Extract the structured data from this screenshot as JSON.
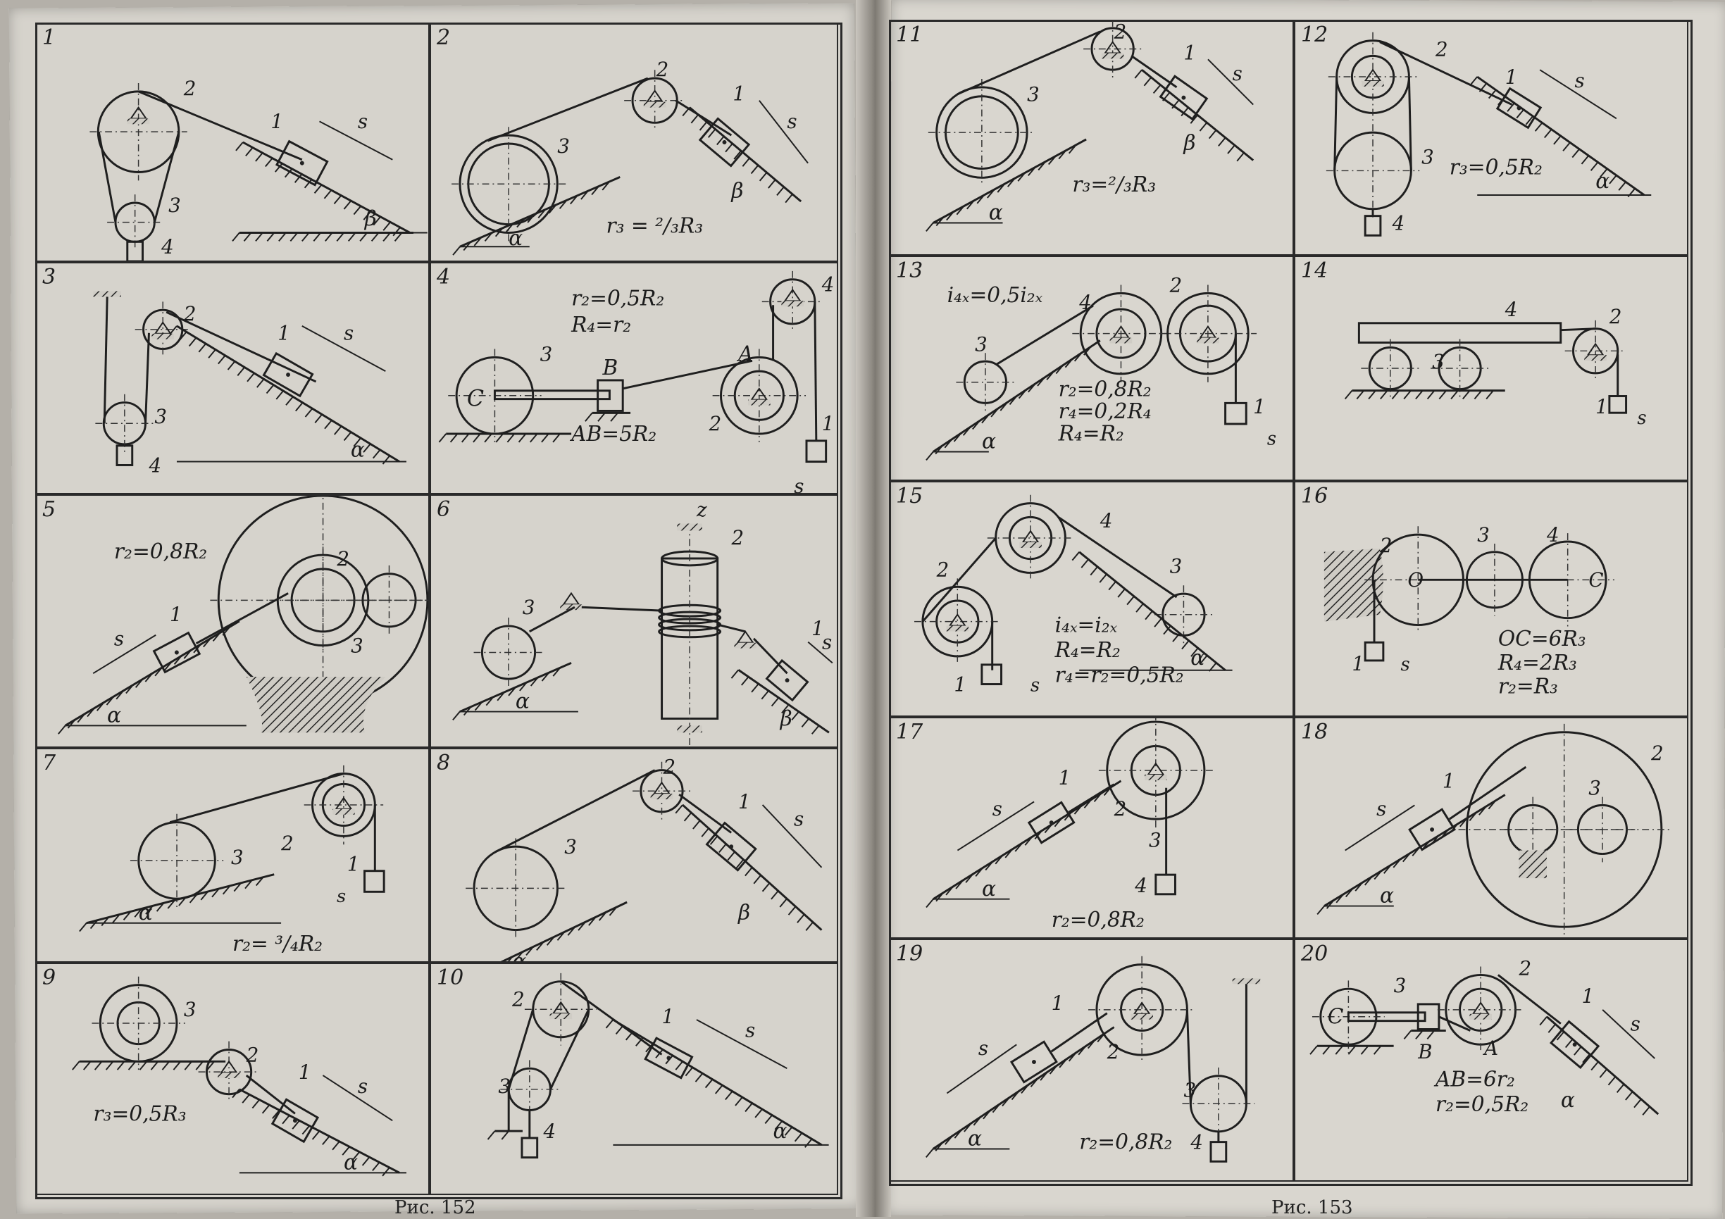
{
  "captions": {
    "left": "Рис. 152",
    "right": "Рис. 153"
  },
  "cells": [
    {
      "n": "1",
      "formulas": []
    },
    {
      "n": "2",
      "formulas": [
        "r₃ = ²/₃R₃"
      ]
    },
    {
      "n": "3",
      "formulas": []
    },
    {
      "n": "4",
      "formulas": [
        "r₂=0,5R₂",
        "R₄=r₂",
        "AB=5R₂"
      ]
    },
    {
      "n": "5",
      "formulas": [
        "r₂=0,8R₂"
      ]
    },
    {
      "n": "6",
      "formulas": []
    },
    {
      "n": "7",
      "formulas": [
        "r₂= ³/₄R₂"
      ]
    },
    {
      "n": "8",
      "formulas": []
    },
    {
      "n": "9",
      "formulas": [
        "r₃=0,5R₃"
      ]
    },
    {
      "n": "10",
      "formulas": []
    },
    {
      "n": "11",
      "formulas": [
        "r₃=²/₃R₃"
      ]
    },
    {
      "n": "12",
      "formulas": [
        "r₃=0,5R₂"
      ]
    },
    {
      "n": "13",
      "formulas": [
        "i₄ₓ=0,5i₂ₓ",
        "r₂=0,8R₂",
        "r₄=0,2R₄",
        "R₄=R₂"
      ]
    },
    {
      "n": "14",
      "formulas": []
    },
    {
      "n": "15",
      "formulas": [
        "i₄ₓ=i₂ₓ",
        "R₄=R₂",
        "r₄=r₂=0,5R₂"
      ]
    },
    {
      "n": "16",
      "formulas": [
        "OC=6R₃",
        "R₄=2R₃",
        "r₂=R₃"
      ]
    },
    {
      "n": "17",
      "formulas": [
        "r₂=0,8R₂"
      ]
    },
    {
      "n": "18",
      "formulas": []
    },
    {
      "n": "19",
      "formulas": [
        "r₂=0,8R₂"
      ]
    },
    {
      "n": "20",
      "formulas": [
        "AB=6r₂",
        "r₂=0,5R₂"
      ]
    }
  ],
  "symbols": {
    "alpha": "α",
    "beta": "β",
    "s": "s",
    "z": "z",
    "b1": "1",
    "b2": "2",
    "b3": "3",
    "b4": "4",
    "A": "A",
    "B": "B",
    "C": "C",
    "O": "O"
  }
}
